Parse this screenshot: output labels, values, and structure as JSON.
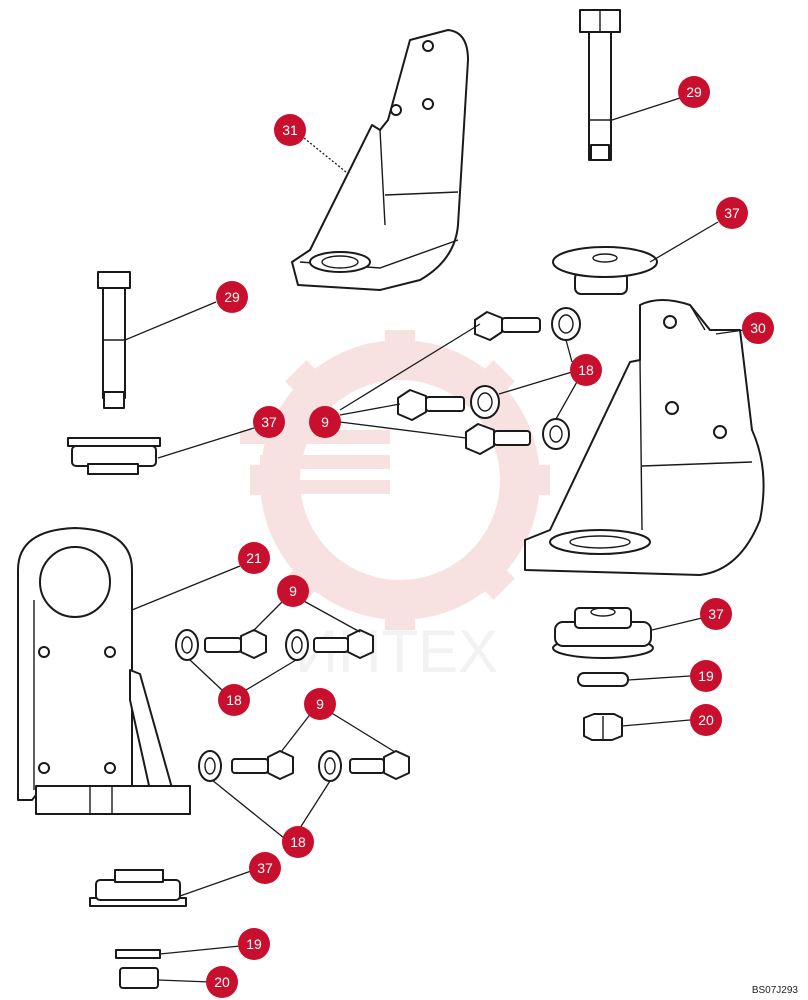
{
  "diagram": {
    "callouts": [
      {
        "id": "c29a",
        "label": "29"
      },
      {
        "id": "c31",
        "label": "31"
      },
      {
        "id": "c37a",
        "label": "37"
      },
      {
        "id": "c29b",
        "label": "29"
      },
      {
        "id": "c30",
        "label": "30"
      },
      {
        "id": "c18a",
        "label": "18"
      },
      {
        "id": "c9a",
        "label": "9"
      },
      {
        "id": "c37b",
        "label": "37"
      },
      {
        "id": "c21",
        "label": "21"
      },
      {
        "id": "c9b",
        "label": "9"
      },
      {
        "id": "c18b",
        "label": "18"
      },
      {
        "id": "c37c",
        "label": "37"
      },
      {
        "id": "c19a",
        "label": "19"
      },
      {
        "id": "c20a",
        "label": "20"
      },
      {
        "id": "c9c",
        "label": "9"
      },
      {
        "id": "c18c",
        "label": "18"
      },
      {
        "id": "c37d",
        "label": "37"
      },
      {
        "id": "c19b",
        "label": "19"
      },
      {
        "id": "c20b",
        "label": "20"
      }
    ],
    "drawing_code": "BS07J293",
    "watermark_text": "ИНТЕХ",
    "colors": {
      "callout": "#c8102e",
      "watermark": "#f3c9c9",
      "line": "#1a1a1a"
    }
  }
}
